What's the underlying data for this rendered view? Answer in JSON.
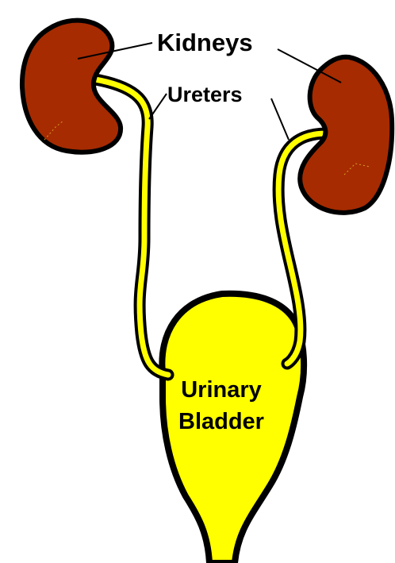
{
  "labels": {
    "kidneys": "Kidneys",
    "ureters": "Ureters",
    "bladder_line1": "Urinary",
    "bladder_line2": "Bladder"
  },
  "colors": {
    "kidney_fill": "#A62B00",
    "urinary_yellow": "#FFFF00",
    "outline": "#000000",
    "background": "#FFFFFF"
  }
}
